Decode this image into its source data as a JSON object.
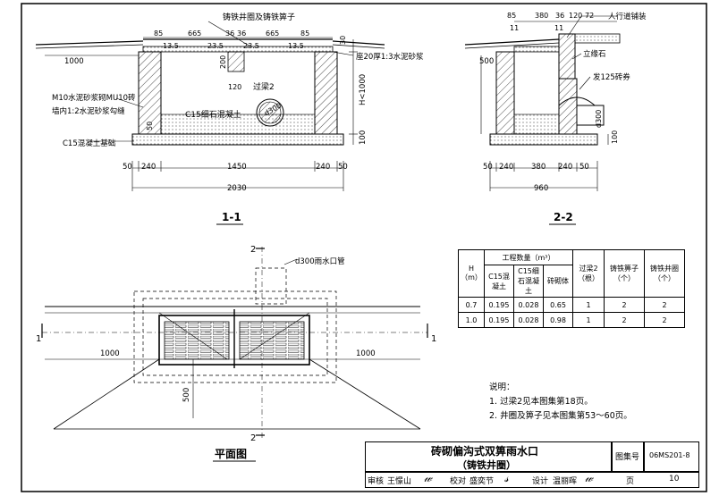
{
  "sections": {
    "s11": {
      "title": "1-1",
      "top_dims": [
        "85",
        "665",
        "36",
        "36",
        "665",
        "85"
      ],
      "inner_dims": [
        "13.5",
        "23.5",
        "23.5",
        "13.5"
      ],
      "right_dims": [
        "30"
      ],
      "labels": {
        "grate": "铸铁井圈及铸铁箅子",
        "mortar_base": "座20厚1:3水泥砂浆",
        "pipe": "d300",
        "beam": "过梁2",
        "concrete_fill": "C15细石混凝土",
        "wall": "M10水泥砂浆砌MU10砖",
        "joint": "墙内1:2水泥砂浆勾缝",
        "base": "C15混凝土基础",
        "height": "H<1000",
        "base_thk": "100",
        "dim_1000": "1000",
        "dim_200": "200",
        "dim_120": "120",
        "dim_50": "50"
      },
      "bottom_dims": [
        "50",
        "240",
        "1450",
        "240",
        "50"
      ],
      "total": "2030"
    },
    "s22": {
      "title": "2-2",
      "top_dims": [
        "85",
        "380",
        "36",
        "120",
        "72"
      ],
      "sub_dims": [
        "11",
        "11"
      ],
      "labels": {
        "paving": "人行道铺装",
        "curb": "立缘石",
        "arch": "发125砖券",
        "pipe": "d300",
        "dim_500": "500",
        "dim_100": "100"
      },
      "bottom_dims": [
        "50",
        "240",
        "380",
        "240",
        "50"
      ],
      "total": "960"
    },
    "plan": {
      "title": "平面图",
      "section_mark": "2",
      "cut_mark": "1",
      "pipe_label": "d300雨水口管",
      "dim_left": "1000",
      "dim_right": "1000",
      "dim_500": "500"
    }
  },
  "quantity_table": {
    "headers": {
      "h": "H",
      "h_unit": "（m）",
      "work": "工程数量（m³）",
      "c15": "C15混凝土",
      "c15fine": "C15细石混凝土",
      "brick": "砖砌体",
      "beam": "过梁2",
      "beam_unit": "（根）",
      "grate": "铸铁箅子",
      "grate_unit": "（个）",
      "ring": "铸铁井圈",
      "ring_unit": "（个）"
    },
    "rows": [
      {
        "h": "0.7",
        "c15": "0.195",
        "c15fine": "0.028",
        "brick": "0.65",
        "beam": "1",
        "grate": "2",
        "ring": "2"
      },
      {
        "h": "1.0",
        "c15": "0.195",
        "c15fine": "0.028",
        "brick": "0.98",
        "beam": "1",
        "grate": "2",
        "ring": "2"
      }
    ]
  },
  "notes": {
    "title": "说明：",
    "items": [
      "1. 过梁2见本图集第18页。",
      "2. 井圈及箅子见本图集第53～60页。"
    ]
  },
  "title_block": {
    "title": "砖砌偏沟式双箅雨水口",
    "subtitle": "（铸铁井圈）",
    "atlas_label": "图集号",
    "atlas_no": "06MS201-8",
    "review_label": "审核",
    "reviewer": "王憬山",
    "check_label": "校对",
    "checker": "盛奕节",
    "design_label": "设计",
    "designer": "温丽晖",
    "page_label": "页",
    "page_no": "10"
  }
}
